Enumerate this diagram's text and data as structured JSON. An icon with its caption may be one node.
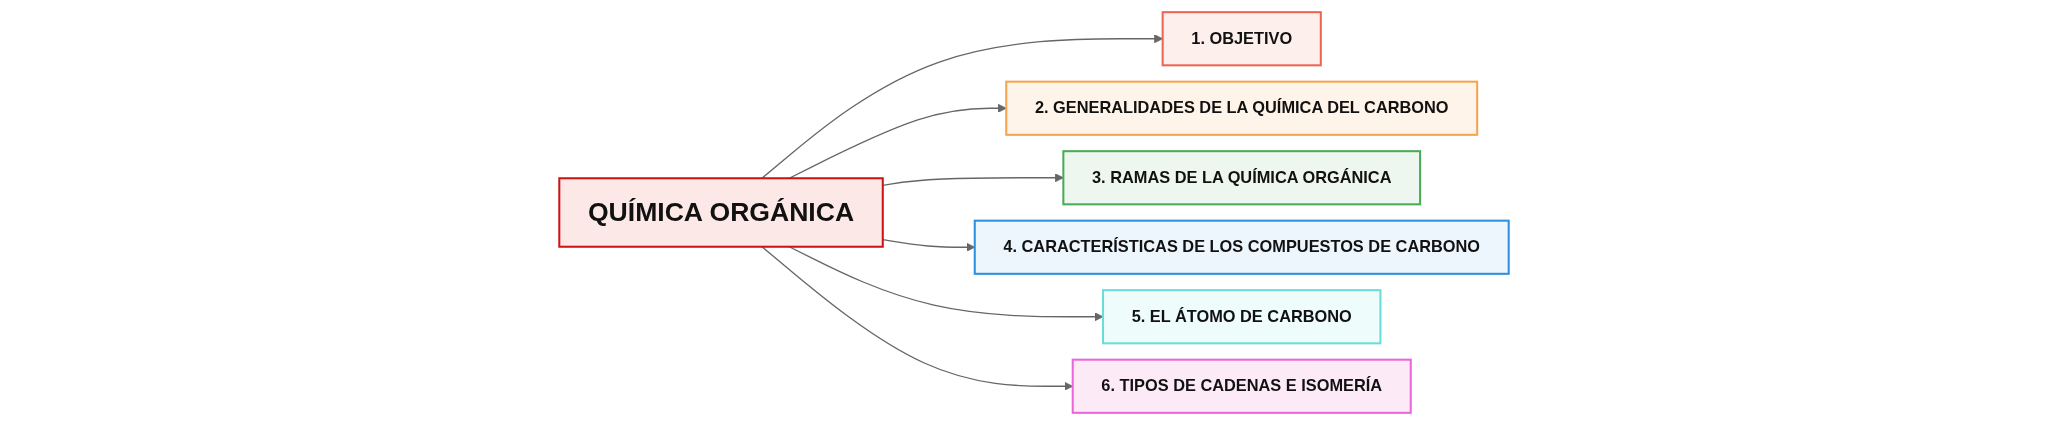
{
  "diagram": {
    "nodes": [
      {
        "text": [
          "QUÍMICA ORGÁNICA"
        ]
      },
      {
        "text": [
          "1. OBJETIVO"
        ]
      },
      {
        "text": [
          "2. GENERALIDADES DE LA QUÍMICA DEL CARBONO"
        ]
      },
      {
        "text": [
          "3. RAMAS DE LA QUÍMICA ORGÁNICA"
        ]
      },
      {
        "text": [
          "4. CARACTERÍSTICAS DE LOS COMPUESTOS DE CARBONO"
        ]
      },
      {
        "text": [
          "5. EL ÁTOMO DE CARBONO"
        ]
      },
      {
        "text": [
          "6. TIPOS DE CADENAS E ISOMERÍA"
        ]
      }
    ],
    "edges": [
      {
        "from": 0,
        "to": 1,
        "arrow": "to"
      },
      {
        "from": 0,
        "to": 2,
        "arrow": "to"
      },
      {
        "from": 0,
        "to": 3,
        "arrow": "to"
      },
      {
        "from": 0,
        "to": 4,
        "arrow": "to"
      },
      {
        "from": 0,
        "to": 5,
        "arrow": "to"
      },
      {
        "from": 0,
        "to": 6,
        "arrow": "to"
      }
    ]
  }
}
